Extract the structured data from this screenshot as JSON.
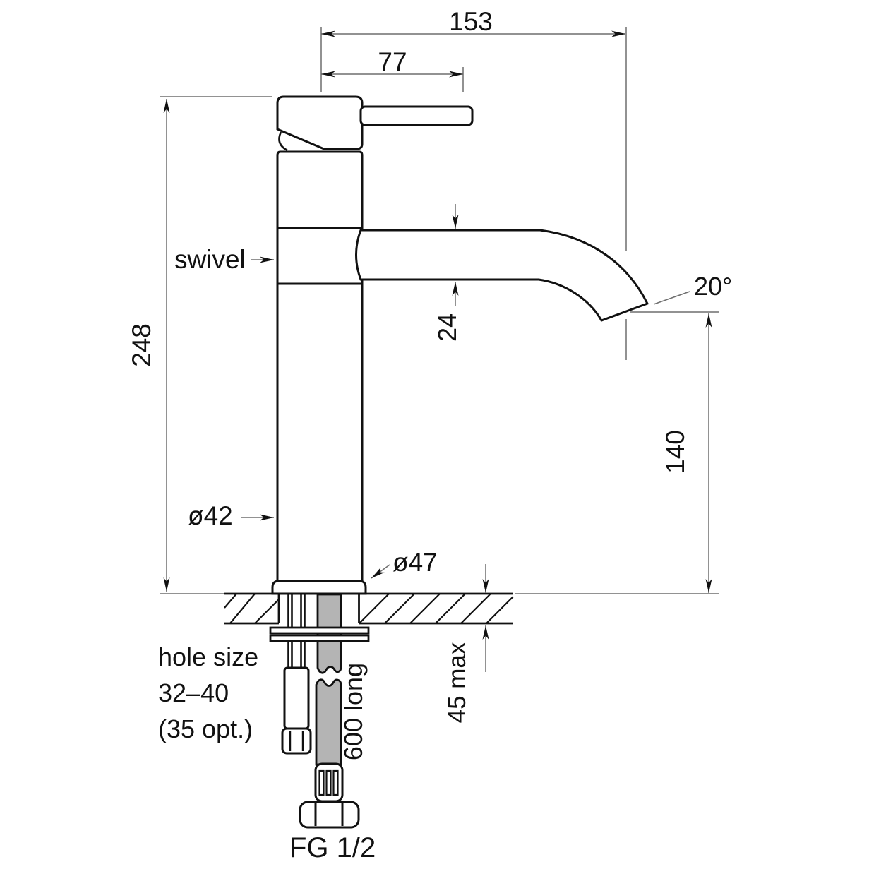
{
  "dimensions": {
    "spout_reach": "153",
    "handle_reach": "77",
    "total_height": "248",
    "spout_tube_diameter": "24",
    "spout_angle": "20°",
    "outlet_height": "140",
    "body_diameter": "ø42",
    "base_diameter": "ø47",
    "bench_thickness_max": "45 max"
  },
  "labels": {
    "swivel": "swivel",
    "hole_size_line1": "hole size",
    "hole_size_line2": "32–40",
    "hole_size_line3": "(35 opt.)",
    "hose_length": "600 long",
    "connection_thread": "FG 1/2"
  },
  "colors": {
    "object_line": "#111111",
    "dimension_line": "#6e6e6e",
    "hose_fill": "#b4b4b4",
    "background": "#ffffff"
  }
}
